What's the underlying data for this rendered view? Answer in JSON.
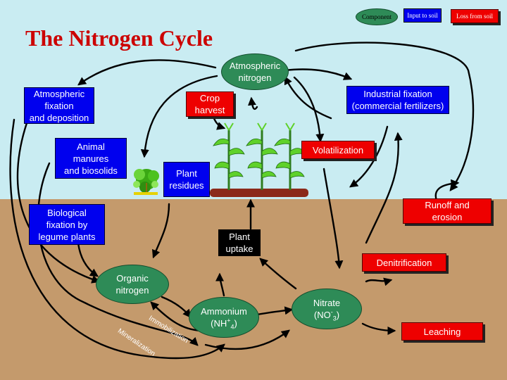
{
  "title": "The Nitrogen Cycle",
  "legend": {
    "component": "Component",
    "input": "Input to soil",
    "loss": "Loss from soil"
  },
  "nodes": {
    "atmospheric_nitrogen": "Atmospheric\nnitrogen",
    "organic_nitrogen": "Organic\nnitrogen",
    "ammonium": {
      "name": "Ammonium",
      "formula": "NH",
      "sub": "4",
      "sup": "+"
    },
    "nitrate": {
      "name": "Nitrate",
      "formula": "NO",
      "sub": "3",
      "sup": "-"
    }
  },
  "inputs": {
    "atmospheric_fixation": "Atmospheric\nfixation\nand deposition",
    "animal_manures": "Animal\nmanures\nand biosolids",
    "biological_fixation": "Biological\nfixation by\nlegume plants",
    "plant_residues": "Plant\nresidues",
    "industrial_fixation": "Industrial fixation\n(commercial fertilizers)"
  },
  "losses": {
    "crop_harvest": "Crop\nharvest",
    "volatilization": "Volatilization",
    "runoff": "Runoff and\nerosion",
    "denitrification": "Denitrification",
    "leaching": "Leaching"
  },
  "processes": {
    "plant_uptake": "Plant\nuptake",
    "immobilization": "Immobilization",
    "mineralization": "Mineralization"
  },
  "colors": {
    "sky": "#c9ecf2",
    "soil": "#c49a6c",
    "component": "#2e8b57",
    "input": "#0000ee",
    "loss": "#ee0000",
    "title": "#cc0000"
  }
}
